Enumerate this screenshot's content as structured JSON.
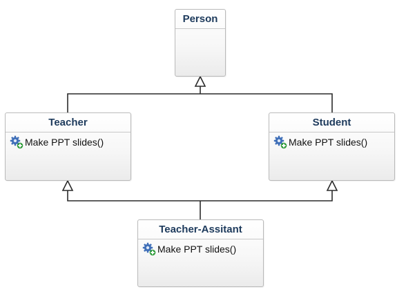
{
  "diagram": {
    "classes": {
      "person": {
        "name": "Person",
        "operations": []
      },
      "teacher": {
        "name": "Teacher",
        "operations": [
          "Make PPT slides()"
        ]
      },
      "student": {
        "name": "Student",
        "operations": [
          "Make PPT slides()"
        ]
      },
      "teacher_assistant": {
        "name": "Teacher-Assitant",
        "operations": [
          "Make PPT slides()"
        ]
      }
    },
    "relations": [
      {
        "type": "generalization",
        "from": "Teacher",
        "to": "Person"
      },
      {
        "type": "generalization",
        "from": "Student",
        "to": "Person"
      },
      {
        "type": "generalization",
        "from": "Teacher-Assitant",
        "to": "Teacher"
      },
      {
        "type": "generalization",
        "from": "Teacher-Assitant",
        "to": "Student"
      }
    ],
    "colors": {
      "class_name": "#1d3a5c",
      "border": "#b9b9b9",
      "connector": "#2a2a2a",
      "icon_gear": "#3f6fb8",
      "icon_plus": "#2e9b3a"
    },
    "operation_icon": "gear-with-plus-icon"
  }
}
